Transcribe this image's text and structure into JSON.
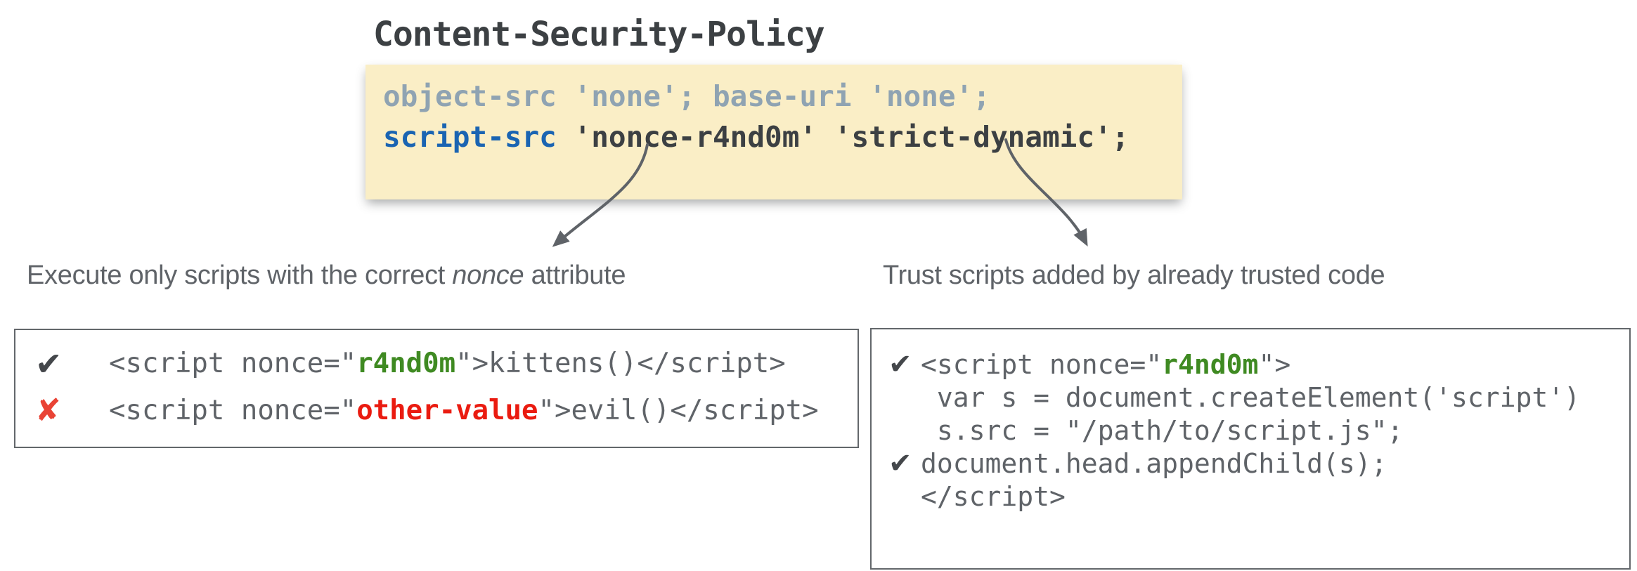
{
  "title": "Content-Security-Policy",
  "policy": {
    "other_directives": "object-src 'none'; base-uri 'none';",
    "script_src_directive": "script-src",
    "script_src_values": " 'nonce-r4nd0m' 'strict-dynamic';"
  },
  "annotations": {
    "nonce_pre": "Execute only scripts with the correct ",
    "nonce_word": "nonce",
    "nonce_post": " attribute",
    "strict_dynamic": "Trust scripts added by already trusted code"
  },
  "nonce_example": {
    "rows": [
      {
        "mark": "✔",
        "pre": "<script nonce=\"",
        "value": "r4nd0m",
        "post": "\">kittens()</script>"
      },
      {
        "mark": "✘",
        "pre": "<script nonce=\"",
        "value": "other-value",
        "post": "\">evil()</script>"
      }
    ]
  },
  "strict_dynamic_example": {
    "rows": [
      {
        "mark": "✔",
        "pre": "<script nonce=\"",
        "value": "r4nd0m",
        "post": "\">"
      },
      {
        "mark": "",
        "code": " var s = document.createElement('script')"
      },
      {
        "mark": "",
        "code": " s.src = \"/path/to/script.js\";"
      },
      {
        "mark": "✔",
        "code": "document.head.appendChild(s);"
      },
      {
        "mark": "",
        "code": "</script>"
      }
    ]
  },
  "colors": {
    "policy_bg": "#faeec6",
    "muted_directive_gray_blue": "#8fa3b2",
    "script_src_blue": "#1a64b2",
    "dark_text": "#3c4043",
    "code_gray": "#5f6368",
    "nonce_green": "#3f8a22",
    "evil_red": "#ea1b10",
    "cross_red": "#e94335",
    "check_dark": "#44474b",
    "arrow_gray": "#5f6368",
    "box_border_gray": "#63676b"
  }
}
